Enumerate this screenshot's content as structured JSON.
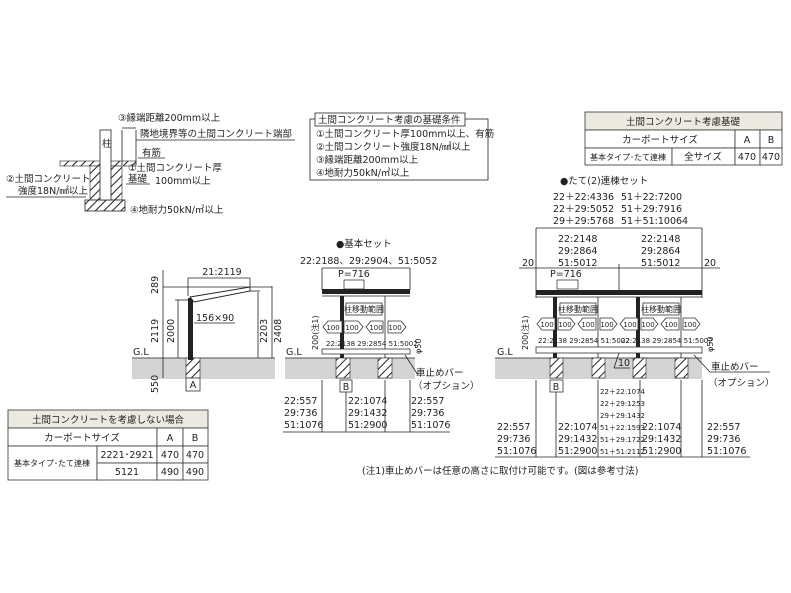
{
  "detail": {
    "edge_distance": "③縁端距離200mm以上",
    "pillar": "柱",
    "boundary": "隣地境界等の土間コンクリート端部",
    "rebar": "有筋",
    "thickness": "①土間コンクリート厚",
    "thickness_value": "100mm以上",
    "foundation": "基礎",
    "strength_line1": "②土間コンクリート",
    "strength_line2": "強度18N/㎟以上",
    "bearing": "④地耐力50kN/㎡以上"
  },
  "conditions": {
    "title": "土間コンクリート考慮の基礎条件",
    "items": [
      "①土間コンクリート厚100mm以上、有筋",
      "②土間コンクリート強度18N/㎟以上",
      "③縁端距離200mm以上",
      "④地耐力50kN/㎡以上"
    ]
  },
  "table_consider": {
    "title": "土間コンクリート考慮基礎",
    "size_header": "カーポートサイズ",
    "a": "A",
    "b": "B",
    "row_label": "基本タイプ･たて連棟",
    "row_size": "全サイズ",
    "row_a": "470",
    "row_b": "470"
  },
  "table_no_consider": {
    "title": "土間コンクリートを考慮しない場合",
    "size_header": "カーポートサイズ",
    "a": "A",
    "b": "B",
    "row_label": "基本タイプ･たて連棟",
    "rows": [
      {
        "size": "2221･2921",
        "a": "470",
        "b": "470"
      },
      {
        "size": "5121",
        "a": "490",
        "b": "490"
      }
    ]
  },
  "side_view": {
    "gl": "G.L",
    "d289": "289",
    "d2119": "2119",
    "d2000": "2000",
    "d2203": "2203",
    "d2408": "2408",
    "d550": "550",
    "span": "21:2119",
    "post": "156×90",
    "a_label": "A"
  },
  "basic_set": {
    "title": "●基本セット",
    "width": "22:2188、29:2904、51:5052",
    "pitch": "P=716",
    "range": "柱移動範囲",
    "arrow": "100",
    "inner": "22:2138  29:2854  51:5002",
    "h200": "200(注1)",
    "phi": "φ50",
    "gl": "G.L",
    "b_label": "B",
    "bar1": "車止めバー",
    "bar2": "（オプション）",
    "left": [
      "22:557",
      "29:736",
      "51:1076"
    ],
    "mid": [
      "22:1074",
      "29:1432",
      "51:2900"
    ],
    "right": [
      "22:557",
      "29:736",
      "51:1076"
    ]
  },
  "tandem_set": {
    "title": "●たて(2)連棟セット",
    "total_left": [
      "22＋22:4336",
      "22＋29:5052",
      "29＋29:5768"
    ],
    "total_right": [
      "51＋22:7200",
      "51＋29:7916",
      "51＋51:10064"
    ],
    "unit": [
      "22:2148",
      "29:2864",
      "51:5012"
    ],
    "edge": "20",
    "pitch": "P=716",
    "range": "柱移動範囲",
    "arrow": "100",
    "inner": "22:2138  29:2854  51:5002",
    "h200": "200(注1)",
    "phi": "φ50",
    "gap": "10",
    "gl": "G.L",
    "b_label": "B",
    "bar1": "車止めバー",
    "bar2": "（オプション）",
    "col1": [
      "22:557",
      "29:736",
      "51:1076"
    ],
    "col2": [
      "22:1074",
      "29:1432",
      "51:2900"
    ],
    "col3": [
      "22＋22:1074",
      "22＋29:1253",
      "29＋29:1432",
      "51＋22:1593",
      "51＋29:1722",
      "51＋51:2112"
    ],
    "col4": [
      "22:1074",
      "29:1432",
      "51:2900"
    ],
    "col5": [
      "22:557",
      "29:736",
      "51:1076"
    ]
  },
  "note": "(注1)車止めバーは任意の高さに取付け可能です。(図は参考寸法)"
}
